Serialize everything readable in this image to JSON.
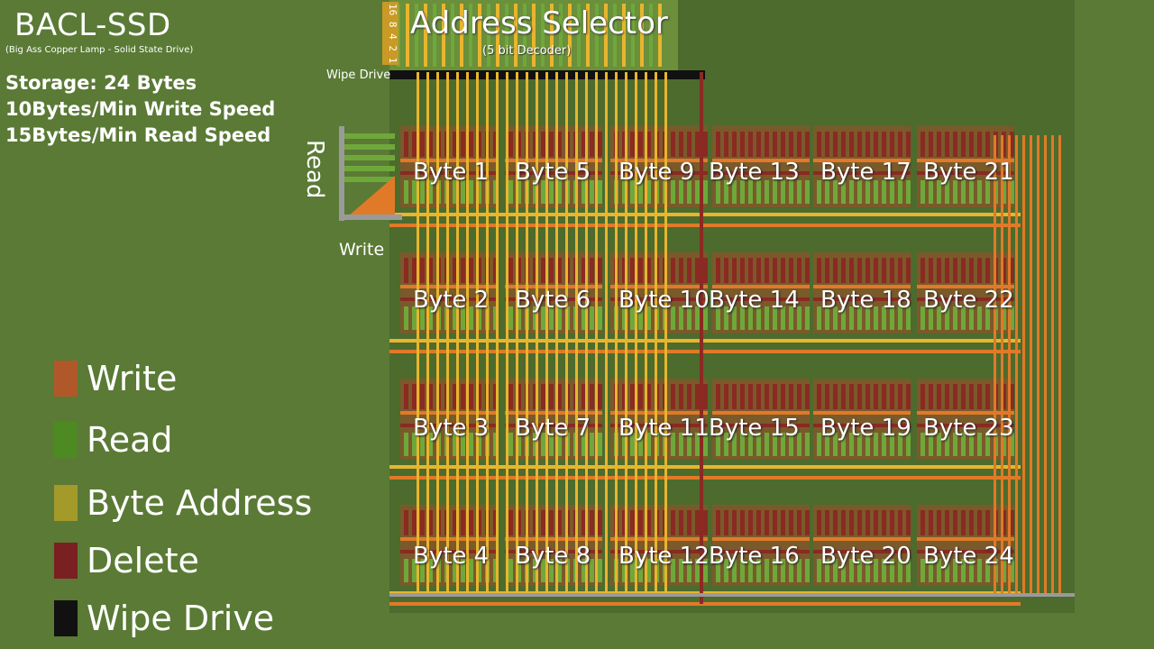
{
  "header": {
    "title": "BACL-SSD",
    "subtitle": "(Big Ass Copper Lamp - Solid State Drive)",
    "stats": [
      "Storage: 24 Bytes",
      "10Bytes/Min Write Speed",
      "15Bytes/Min Read Speed"
    ]
  },
  "selector": {
    "title": "Address Selector",
    "subtitle": "(5 bit Decoder)",
    "bits": "16 8 4 2 1"
  },
  "labels": {
    "wipe_drive": "Wipe Drive",
    "read": "Read",
    "write": "Write"
  },
  "bytes": [
    [
      "Byte 1",
      "Byte 5",
      "Byte 9",
      "Byte 13",
      "Byte 17",
      "Byte 21"
    ],
    [
      "Byte 2",
      "Byte 6",
      "Byte 10",
      "Byte 14",
      "Byte 18",
      "Byte 22"
    ],
    [
      "Byte 3",
      "Byte 7",
      "Byte 11",
      "Byte 15",
      "Byte 19",
      "Byte 23"
    ],
    [
      "Byte 4",
      "Byte 8",
      "Byte 12",
      "Byte 16",
      "Byte 20",
      "Byte 24"
    ]
  ],
  "legend": [
    {
      "label": "Write",
      "color": "#b0582a"
    },
    {
      "label": "Read",
      "color": "#4e8a22"
    },
    {
      "label": "Byte Address",
      "color": "#a39a2a"
    },
    {
      "label": "Delete",
      "color": "#7a2020"
    },
    {
      "label": "Wipe Drive",
      "color": "#111111"
    }
  ],
  "colors": {
    "wire_yellow": "#e8b52e",
    "wire_orange": "#e07a28",
    "wire_red": "#8a2a22",
    "wire_green": "#6fa83a",
    "wire_black": "#111111"
  }
}
